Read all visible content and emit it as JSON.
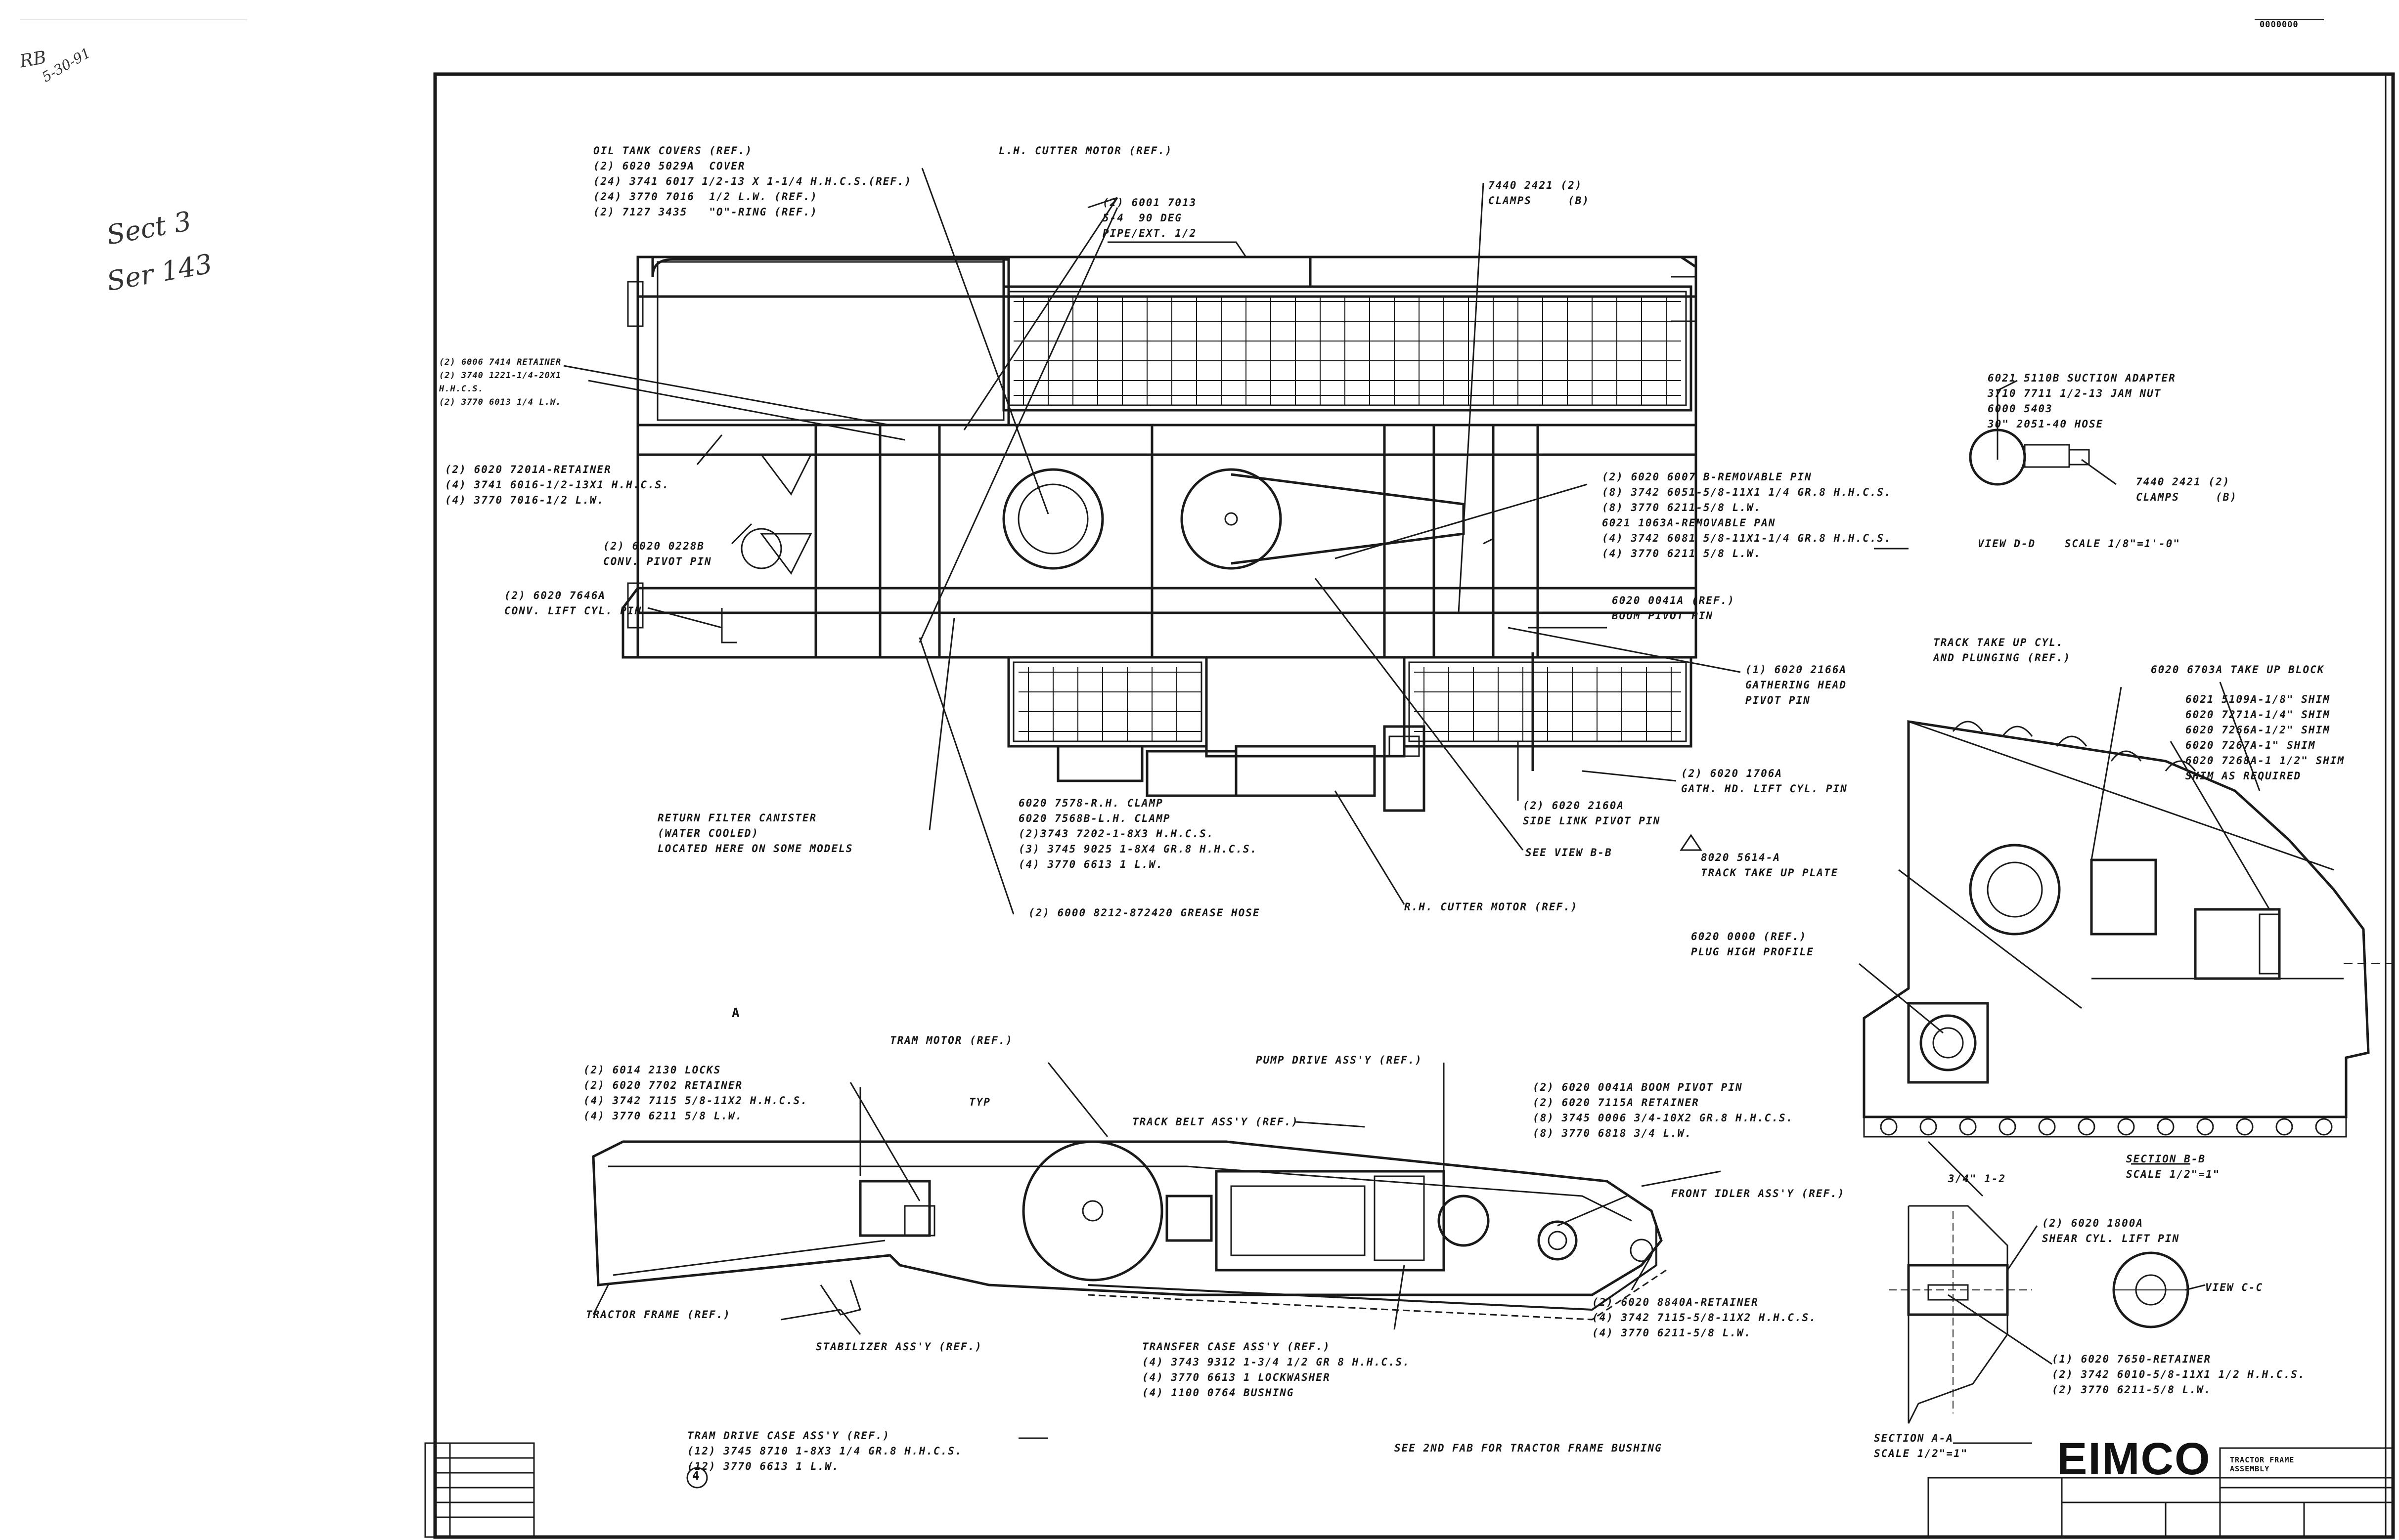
{
  "corner_stamp": "0000000",
  "handwriting": {
    "initials": "RB",
    "date": "5-30-91",
    "line1": "Sect 3",
    "line2": "Ser 143"
  },
  "callouts": {
    "oil_tank": "OIL TANK COVERS (REF.)\n(2) 6020 5029A  COVER\n(24) 3741 6017 1/2-13 X 1-1/4 H.H.C.S.(REF.)\n(24) 3770 7016  1/2 L.W. (REF.)\n(2) 7127 3435   \"O\"-RING (REF.)",
    "lh_motor": "L.H. CUTTER MOTOR (REF.)",
    "pipe": "(2) 6001 7013\n5-4  90 DEG\nPIPE/EXT. 1/2",
    "clamps_top": "7440 2421 (2)\nCLAMPS     (B)",
    "retainer_left": "(2) 6006 7414 RETAINER\n(2) 3740 1221-1/4-20X1\nH.H.C.S.\n(2) 3770 6013 1/4 L.W.",
    "retainer_7201": "(2) 6020 7201A-RETAINER\n(4) 3741 6016-1/2-13X1 H.H.C.S.\n(4) 3770 7016-1/2 L.W.",
    "conv_pivot": "(2) 6020 0228B\nCONV. PIVOT PIN",
    "conv_lift": "(2) 6020 7646A\nCONV. LIFT CYL. PIN",
    "removable_pin": "(2) 6020 6007 B-REMOVABLE PIN\n(8) 3742 6051-5/8-11X1 1/4 GR.8 H.H.C.S.\n(8) 3770 6211-5/8 L.W.\n6021 1063A-REMOVABLE PAN\n(4) 3742 6081 5/8-11X1-1/4 GR.8 H.H.C.S.\n(4) 3770 6211 5/8 L.W.",
    "boom_pivot": "6020 0041A (REF.)\nBOOM PIVOT PIN",
    "gathering": "(1) 6020 2166A\nGATHERING HEAD\nPIVOT PIN",
    "gath_lift": "(2) 6020 1706A\nGATH. HD. LIFT CYL. PIN",
    "side_link": "(2) 6020 2160A\nSIDE LINK PIVOT PIN",
    "see_view_bb": "SEE VIEW B-B",
    "return_filter": "RETURN FILTER CANISTER\n(WATER COOLED)\nLOCATED HERE ON SOME MODELS",
    "clamp_rh": "6020 7578-R.H. CLAMP\n6020 7568B-L.H. CLAMP\n(2)3743 7202-1-8X3 H.H.C.S.\n(3) 3745 9025 1-8X4 GR.8 H.H.C.S.\n(4) 3770 6613 1 L.W.",
    "grease_hose": "(2) 6000 8212-872420 GREASE HOSE",
    "rh_motor": "R.H. CUTTER MOTOR (REF.)",
    "suction": "6021 5110B SUCTION ADAPTER\n3710 7711 1/2-13 JAM NUT\n6000 5403\n30\" 2051-40 HOSE",
    "clamps_right": "7440 2421 (2)\nCLAMPS     (B)",
    "view_dd": "VIEW D-D    SCALE 1/8\"=1'-0\"",
    "track_cyl": "TRACK TAKE UP CYL.\nAND PLUNGING (REF.)",
    "take_up_block": "6020 6703A TAKE UP BLOCK",
    "shims": "6021 5109A-1/8\" SHIM\n6020 7271A-1/4\" SHIM\n6020 7266A-1/2\" SHIM\n6020 7267A-1\" SHIM\n6020 7268A-1 1/2\" SHIM\nSHIM AS REQUIRED",
    "track_plate": "8020 5614-A\nTRACK TAKE UP PLATE",
    "plug_high": "6020 0000 (REF.)\nPLUG HIGH PROFILE",
    "section_bb": "SECTION B-B\nSCALE 1/2\"=1\"",
    "dim_bottom": "3/4\" 1-2",
    "locks": "(2) 6014 2130 LOCKS\n(2) 6020 7702 RETAINER\n(4) 3742 7115 5/8-11X2 H.H.C.S.\n(4) 3770 6211 5/8 L.W.",
    "tram_motor": "TRAM MOTOR (REF.)",
    "typ": "TYP",
    "pump_drive": "PUMP DRIVE ASS'Y (REF.)",
    "track_belt": "TRACK BELT ASS'Y (REF.)",
    "boom_pivot_pin": "(2) 6020 0041A BOOM PIVOT PIN\n(2) 6020 7115A RETAINER\n(8) 3745 0006 3/4-10X2 GR.8 H.H.C.S.\n(8) 3770 6818 3/4 L.W.",
    "front_idler": "FRONT IDLER ASS'Y (REF.)",
    "tractor_frame": "TRACTOR FRAME (REF.)",
    "stabilizer": "STABILIZER ASS'Y (REF.)",
    "transfer": "TRANSFER CASE ASS'Y (REF.)\n(4) 3743 9312 1-3/4 1/2 GR 8 H.H.C.S.\n(4) 3770 6613 1 LOCKWASHER\n(4) 1100 0764 BUSHING",
    "retainer_8840": "(2) 6020 8840A-RETAINER\n(4) 3742 7115-5/8-11X2 H.H.C.S.\n(4) 3770 6211-5/8 L.W.",
    "tram_drive": "TRAM DRIVE CASE ASS'Y (REF.)\n(12) 3745 8710 1-8X3 1/4 GR.8 H.H.C.S.\n(12) 3770 6613 1 L.W.",
    "see_2nd": "SEE 2ND FAB FOR TRACTOR FRAME BUSHING",
    "shear_pin": "(2) 6020 1800A\nSHEAR CYL. LIFT PIN",
    "view_cc": "VIEW C-C",
    "retainer_7650": "(1) 6020 7650-RETAINER\n(2) 3742 6010-5/8-11X1 1/2 H.H.C.S.\n(2) 3770 6211-5/8 L.W.",
    "section_aa": "SECTION A-A\nSCALE 1/2\"=1\"",
    "mark_a": "A",
    "note_4": "4"
  },
  "title_block": {
    "logo": "EIMCO",
    "title": "TRACTOR FRAME\nASSEMBLY"
  }
}
